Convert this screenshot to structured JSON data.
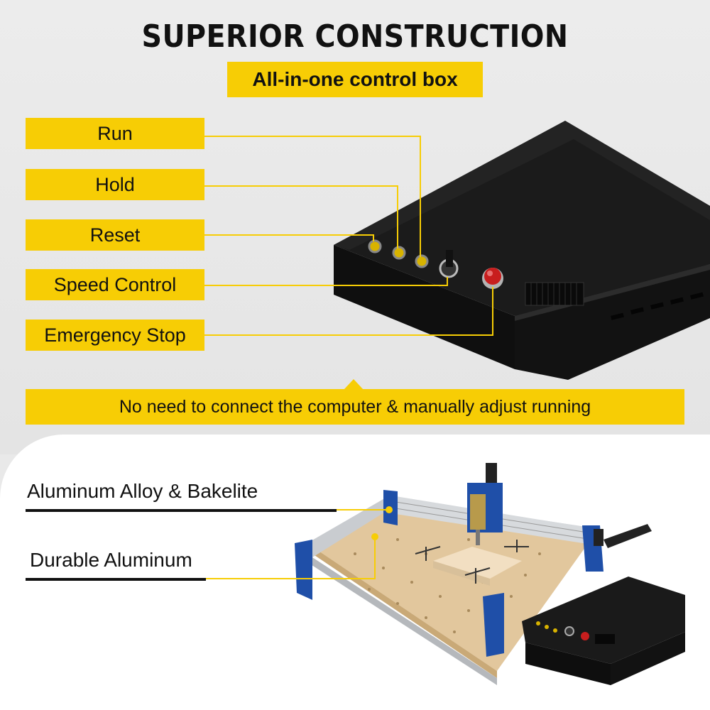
{
  "header": {
    "title": "SUPERIOR CONSTRUCTION",
    "subtitle": "All-in-one control box"
  },
  "callouts": [
    {
      "label": "Run"
    },
    {
      "label": "Hold"
    },
    {
      "label": "Reset"
    },
    {
      "label": "Speed Control"
    },
    {
      "label": "Emergency Stop"
    }
  ],
  "banner": "No need to connect the computer & manually adjust running",
  "features": [
    {
      "label": "Aluminum Alloy & Bakelite"
    },
    {
      "label": "Durable Aluminum"
    }
  ],
  "colors": {
    "accent": "#f7cd05",
    "box": "#151515",
    "frame_blue": "#1f4fa8",
    "rail_silver": "#c9ccd0",
    "bed_wood": "#e2c79d",
    "estop_red": "#c81e1e"
  }
}
